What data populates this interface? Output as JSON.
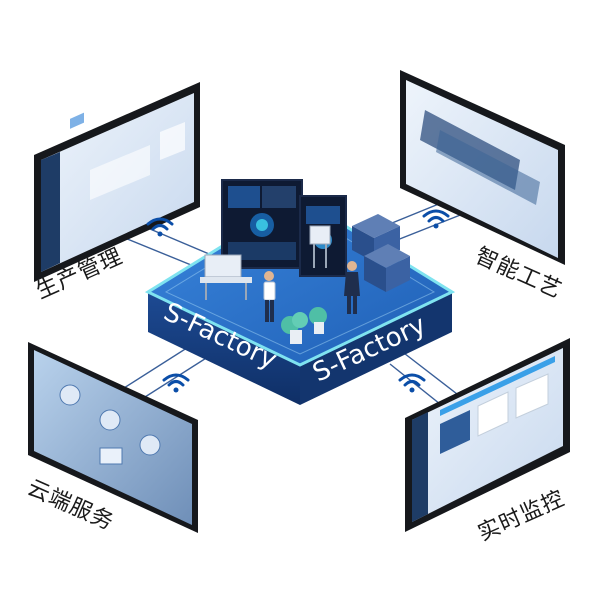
{
  "platform": {
    "name_left": "S-Factory",
    "name_right": "S-Factory",
    "colors": {
      "top": "#2f73c9",
      "edge": "#1c4f9a",
      "rim": "#7fe3f0",
      "side": "#173f80"
    }
  },
  "modules": [
    {
      "key": "production",
      "label": "生产管理",
      "icon": "monitor-icon"
    },
    {
      "key": "process",
      "label": "智能工艺",
      "icon": "monitor-icon"
    },
    {
      "key": "cloud",
      "label": "云端服务",
      "icon": "monitor-icon"
    },
    {
      "key": "monitor",
      "label": "实时监控",
      "icon": "monitor-icon"
    }
  ],
  "connectors": {
    "icon": "wifi-icon",
    "color": "#0b4ea8"
  },
  "colors": {
    "bezel": "#16181c",
    "rim": "#2b2e33",
    "screen": "#dbe6f3",
    "link": "#3a5f99"
  }
}
